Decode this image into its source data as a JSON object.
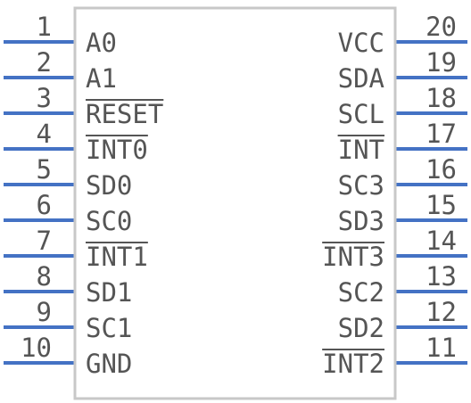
{
  "colors": {
    "body_outline": "#c8c8c8",
    "pin_line": "#4472c4",
    "text": "#555555",
    "background": "#ffffff"
  },
  "left_pins": [
    {
      "number": "1",
      "name": "A0",
      "overline": false
    },
    {
      "number": "2",
      "name": "A1",
      "overline": false
    },
    {
      "number": "3",
      "name": "RESET",
      "overline": true
    },
    {
      "number": "4",
      "name": "INT0",
      "overline": true
    },
    {
      "number": "5",
      "name": "SD0",
      "overline": false
    },
    {
      "number": "6",
      "name": "SC0",
      "overline": false
    },
    {
      "number": "7",
      "name": "INT1",
      "overline": true
    },
    {
      "number": "8",
      "name": "SD1",
      "overline": false
    },
    {
      "number": "9",
      "name": "SC1",
      "overline": false
    },
    {
      "number": "10",
      "name": "GND",
      "overline": false
    }
  ],
  "right_pins": [
    {
      "number": "20",
      "name": "VCC",
      "overline": false
    },
    {
      "number": "19",
      "name": "SDA",
      "overline": false
    },
    {
      "number": "18",
      "name": "SCL",
      "overline": false
    },
    {
      "number": "17",
      "name": "INT",
      "overline": true
    },
    {
      "number": "16",
      "name": "SC3",
      "overline": false
    },
    {
      "number": "15",
      "name": "SD3",
      "overline": false
    },
    {
      "number": "14",
      "name": "INT3",
      "overline": true
    },
    {
      "number": "13",
      "name": "SC2",
      "overline": false
    },
    {
      "number": "12",
      "name": "SD2",
      "overline": false
    },
    {
      "number": "11",
      "name": "INT2",
      "overline": true
    }
  ]
}
